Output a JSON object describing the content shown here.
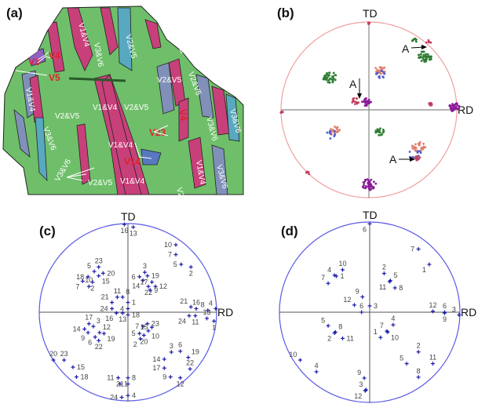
{
  "panels": {
    "a": {
      "label": "(a)",
      "white_labels": [
        "V2&V5",
        "V1&V4",
        "V2&V5",
        "V1&V4",
        "V2&V5",
        "V3&V6",
        "V2&V5",
        "V1&V4",
        "V3&V6",
        "V1&V4",
        "V3&V6",
        "V2&V5",
        "V1&V4",
        "V2&V5",
        "V3&V6",
        "V1&V4",
        "V3&V6",
        "V1&V4",
        "V2&V5",
        "V3&V6"
      ],
      "red_labels": [
        "V4",
        "V3",
        "V5",
        "V23",
        "V14",
        "V4"
      ]
    },
    "b": {
      "label": "(b)",
      "td": "TD",
      "rd": "RD",
      "arrow_labels": [
        "A",
        "A",
        "A"
      ]
    },
    "c": {
      "label": "(c)",
      "td": "TD",
      "rd": "RD"
    },
    "d": {
      "label": "(d)",
      "td": "TD",
      "rd": "RD"
    }
  },
  "colors": {
    "circle": "#5a5ae6",
    "marker": "#1a1aa8",
    "label": "#444444",
    "label_blue": "#3030c8",
    "pole_b": "#f0a0a0"
  },
  "chart_data": [
    {
      "type": "scatter",
      "title": "(c)",
      "axes": [
        "RD",
        "TD"
      ],
      "range": [
        -1,
        1
      ],
      "points": [
        [
          "16",
          -0.04,
          0.99,
          "b",
          0
        ],
        [
          "13",
          0.06,
          0.96,
          "b",
          0
        ],
        [
          "10",
          0.54,
          0.76,
          "l",
          0
        ],
        [
          "7",
          0.54,
          0.65,
          "l",
          0
        ],
        [
          "5",
          0.6,
          0.54,
          "l",
          0
        ],
        [
          "2",
          0.71,
          0.51,
          "b",
          1
        ],
        [
          "23",
          -0.33,
          0.51,
          "a",
          0
        ],
        [
          "5",
          -0.38,
          0.46,
          "al",
          0
        ],
        [
          "20",
          -0.28,
          0.44,
          "r",
          0
        ],
        [
          "18",
          -0.45,
          0.4,
          "l",
          0
        ],
        [
          "15",
          -0.33,
          0.41,
          "br",
          1
        ],
        [
          "7",
          -0.51,
          0.35,
          "bl",
          0
        ],
        [
          "2",
          -0.4,
          0.34,
          "b",
          1
        ],
        [
          "10",
          -0.44,
          0.29,
          "bl",
          0
        ],
        [
          "3",
          0.19,
          0.45,
          "a",
          0
        ],
        [
          "19",
          0.22,
          0.41,
          "r",
          0
        ],
        [
          "6",
          0.13,
          0.4,
          "l",
          0
        ],
        [
          "14",
          0.17,
          0.36,
          "bl",
          0
        ],
        [
          "17",
          0.27,
          0.34,
          "r",
          0
        ],
        [
          "12",
          0.31,
          0.29,
          "r",
          0
        ],
        [
          "22",
          0.23,
          0.29,
          "l",
          0
        ],
        [
          "9",
          0.25,
          0.25,
          "b",
          0
        ],
        [
          "11",
          -0.12,
          0.17,
          "a",
          0
        ],
        [
          "8",
          -0.06,
          0.17,
          "ar",
          0
        ],
        [
          "21",
          -0.18,
          0.11,
          "al",
          0
        ],
        [
          "1",
          0.0,
          0.11,
          "r",
          0
        ],
        [
          "24",
          -0.18,
          0.04,
          "l",
          0
        ],
        [
          "4",
          0.0,
          0.04,
          "r",
          0
        ],
        [
          "21",
          0.71,
          0.06,
          "al",
          0
        ],
        [
          "16",
          0.77,
          0.04,
          "a",
          0
        ],
        [
          "8",
          0.9,
          0.02,
          "al",
          0
        ],
        [
          "4",
          0.99,
          0.04,
          "al",
          0
        ],
        [
          "24",
          0.69,
          -0.04,
          "bl",
          0
        ],
        [
          "11",
          0.76,
          -0.04,
          "b",
          0
        ],
        [
          "13",
          0.89,
          -0.07,
          "bl",
          0
        ],
        [
          "1",
          0.97,
          -0.1,
          "b",
          0
        ],
        [
          "16",
          -0.13,
          -0.01,
          "bl",
          0
        ],
        [
          "13",
          -0.06,
          -0.01,
          "b",
          1
        ],
        [
          "18",
          0.0,
          -0.03,
          "r",
          0
        ],
        [
          "17",
          -0.44,
          -0.13,
          "a",
          0
        ],
        [
          "3",
          -0.39,
          -0.16,
          "ar",
          0
        ],
        [
          "14",
          -0.49,
          -0.19,
          "l",
          0
        ],
        [
          "12",
          -0.32,
          -0.23,
          "ar",
          0
        ],
        [
          "9",
          -0.45,
          -0.23,
          "bl",
          0
        ],
        [
          "19",
          -0.27,
          -0.24,
          "br",
          0
        ],
        [
          "6",
          -0.37,
          -0.28,
          "bl",
          0
        ],
        [
          "22",
          -0.33,
          -0.32,
          "b",
          1
        ],
        [
          "23",
          0.22,
          -0.13,
          "al",
          0
        ],
        [
          "7",
          0.17,
          -0.16,
          "l",
          0
        ],
        [
          "15",
          0.27,
          -0.17,
          "r",
          0
        ],
        [
          "5",
          0.13,
          -0.24,
          "l",
          0
        ],
        [
          "10",
          0.23,
          -0.21,
          "br",
          1
        ],
        [
          "20",
          0.18,
          -0.26,
          "b",
          1
        ],
        [
          "2",
          0.14,
          -0.3,
          "b",
          0
        ],
        [
          "3",
          0.49,
          -0.45,
          "a",
          0
        ],
        [
          "6",
          0.59,
          -0.44,
          "a",
          0
        ],
        [
          "19",
          0.68,
          -0.51,
          "ar",
          0
        ],
        [
          "22",
          0.7,
          -0.64,
          "a",
          1
        ],
        [
          "14",
          0.41,
          -0.53,
          "l",
          0
        ],
        [
          "17",
          0.41,
          -0.63,
          "l",
          0
        ],
        [
          "9",
          0.48,
          -0.73,
          "l",
          0
        ],
        [
          "12",
          0.59,
          -0.74,
          "b",
          1
        ],
        [
          "20",
          -0.84,
          -0.54,
          "a",
          0
        ],
        [
          "23",
          -0.72,
          -0.54,
          "a",
          0
        ],
        [
          "15",
          -0.62,
          -0.62,
          "r",
          0
        ],
        [
          "18",
          -0.58,
          -0.73,
          "r",
          0
        ],
        [
          "11",
          -0.11,
          -0.74,
          "l",
          0
        ],
        [
          "8",
          0.0,
          -0.74,
          "r",
          0
        ],
        [
          "1",
          -0.09,
          -0.81,
          "l",
          0
        ],
        [
          "21",
          0.0,
          -0.81,
          "r",
          0
        ],
        [
          "24",
          -0.07,
          -0.96,
          "l",
          0
        ],
        [
          "4",
          0.0,
          -0.94,
          "r",
          0
        ]
      ]
    },
    {
      "type": "scatter",
      "title": "(d)",
      "axes": [
        "RD",
        "TD"
      ],
      "range": [
        -1,
        1
      ],
      "points": [
        [
          "6",
          0.0,
          0.98,
          "bl",
          0
        ],
        [
          "7",
          0.54,
          0.7,
          "l",
          1
        ],
        [
          "1",
          0.66,
          0.53,
          "bl",
          0
        ],
        [
          "10",
          -0.3,
          0.47,
          "a",
          0
        ],
        [
          "4",
          -0.39,
          0.41,
          "al",
          0
        ],
        [
          "1",
          -0.37,
          0.4,
          "r",
          0
        ],
        [
          "7",
          -0.46,
          0.32,
          "al",
          0
        ],
        [
          "2",
          0.16,
          0.43,
          "a",
          0
        ],
        [
          "5",
          0.23,
          0.35,
          "ar",
          0
        ],
        [
          "11",
          0.22,
          0.34,
          "bl",
          0
        ],
        [
          "8",
          0.28,
          0.27,
          "r",
          0
        ],
        [
          "9",
          -0.08,
          0.17,
          "al",
          0
        ],
        [
          "12",
          -0.17,
          0.08,
          "al",
          0
        ],
        [
          "6",
          -0.09,
          0.0,
          "a",
          0
        ],
        [
          "3",
          0.0,
          0.07,
          "r",
          0
        ],
        [
          "12",
          0.7,
          0.01,
          "a",
          0
        ],
        [
          "6",
          0.83,
          0.0,
          "a",
          0
        ],
        [
          "9",
          0.83,
          -0.01,
          "b",
          0
        ],
        [
          "3",
          0.99,
          -0.03,
          "al",
          0
        ],
        [
          "5",
          -0.46,
          -0.15,
          "al",
          0
        ],
        [
          "8",
          -0.38,
          -0.22,
          "ar",
          0
        ],
        [
          "2",
          -0.39,
          -0.23,
          "bl",
          0
        ],
        [
          "11",
          -0.3,
          -0.29,
          "r",
          0
        ],
        [
          "4",
          0.26,
          -0.14,
          "a",
          0
        ],
        [
          "7",
          0.19,
          -0.21,
          "al",
          0
        ],
        [
          "10",
          0.2,
          -0.22,
          "br",
          0
        ],
        [
          "1",
          0.12,
          -0.28,
          "al",
          0
        ],
        [
          "2",
          0.54,
          -0.44,
          "a",
          0
        ],
        [
          "11",
          0.7,
          -0.57,
          "a",
          0
        ],
        [
          "5",
          0.41,
          -0.57,
          "al",
          0
        ],
        [
          "8",
          0.54,
          -0.72,
          "a",
          0
        ],
        [
          "10",
          -0.77,
          -0.53,
          "al",
          0
        ],
        [
          "4",
          -0.59,
          -0.66,
          "a",
          0
        ],
        [
          "9",
          -0.06,
          -0.73,
          "al",
          0
        ],
        [
          "3",
          -0.04,
          -0.86,
          "al",
          0
        ],
        [
          "12",
          -0.05,
          -0.87,
          "bl",
          0
        ]
      ]
    }
  ]
}
